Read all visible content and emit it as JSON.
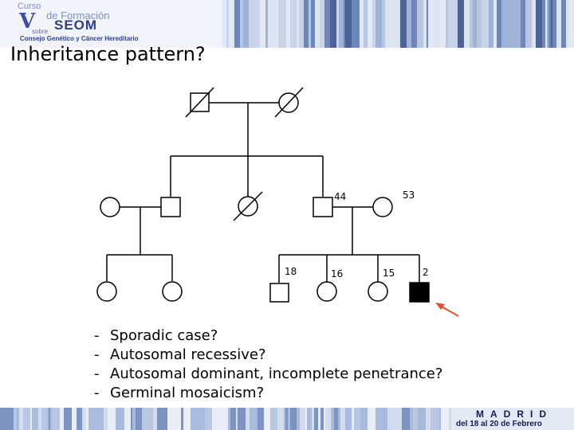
{
  "header": {
    "logo": {
      "line1": "Curso",
      "line2": "de Formación",
      "line3": "SEOM",
      "line4": "sobre",
      "line5": "Consejo Genético y Cáncer Hereditario",
      "mark": "V"
    }
  },
  "slide": {
    "title": "Inheritance pattern?"
  },
  "pedigree": {
    "ages": {
      "gen2_male": "44",
      "gen2_female": "53",
      "gen3_male": "18",
      "gen3_female_1": "16",
      "gen3_female_2": "15",
      "proband": "2"
    },
    "proband_indicator": "arrow",
    "colors": {
      "affected": "#000000",
      "unaffected": "#ffffff",
      "arrow": "#e0522a"
    }
  },
  "options": [
    "Sporadic case?",
    "Autosomal recessive?",
    "Autosomal dominant, incomplete penetrance?",
    "Germinal mosaicism?"
  ],
  "footer": {
    "city": "MADRID",
    "dates": "del 18 al 20 de Febrero"
  }
}
